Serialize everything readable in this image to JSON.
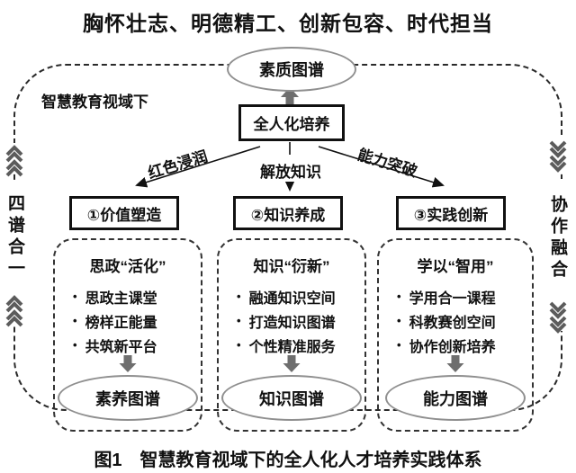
{
  "title": "胸怀壮志、明德精工、创新包容、时代担当",
  "caption": "图1　智慧教育视域下的全人化人才培养实践体系",
  "bullet_glyph": "•",
  "diagram": {
    "context_label": "智慧教育视域下",
    "top_ellipse": "素质图谱",
    "core_box": "全人化培养",
    "side_labels": {
      "left": "四谱合一",
      "right": "协作融合"
    },
    "edge_labels": {
      "left": "红色浸润",
      "middle": "解放知识",
      "right": "能力突破"
    },
    "columns": [
      {
        "index_box": "①价值塑造",
        "heading": "思政“活化”",
        "bullets": [
          "思政主课堂",
          "榜样正能量",
          "共筑新平台"
        ],
        "ellipse": "素养图谱"
      },
      {
        "index_box": "②知识养成",
        "heading": "知识“衍新”",
        "bullets": [
          "融通知识空间",
          "打造知识图谱",
          "个性精准服务"
        ],
        "ellipse": "知识图谱"
      },
      {
        "index_box": "③实践创新",
        "heading": "学以“智用”",
        "bullets": [
          "学用合一课程",
          "科教赛创空间",
          "协作创新培养"
        ],
        "ellipse": "能力图谱"
      }
    ],
    "icons": {
      "left_chevrons": "double-chevron-up-icon",
      "right_chevrons": "double-chevron-down-icon",
      "up_arrow": "block-arrow-up-icon",
      "down_arrow": "block-arrow-down-icon"
    },
    "colors": {
      "text": "#111111",
      "solid_border": "#111111",
      "dashed_border": "#2a2a2a",
      "ellipse_border": "#8f8f8f",
      "block_arrow": "#6e6e6e",
      "chevron": "#5c5c5c"
    }
  }
}
